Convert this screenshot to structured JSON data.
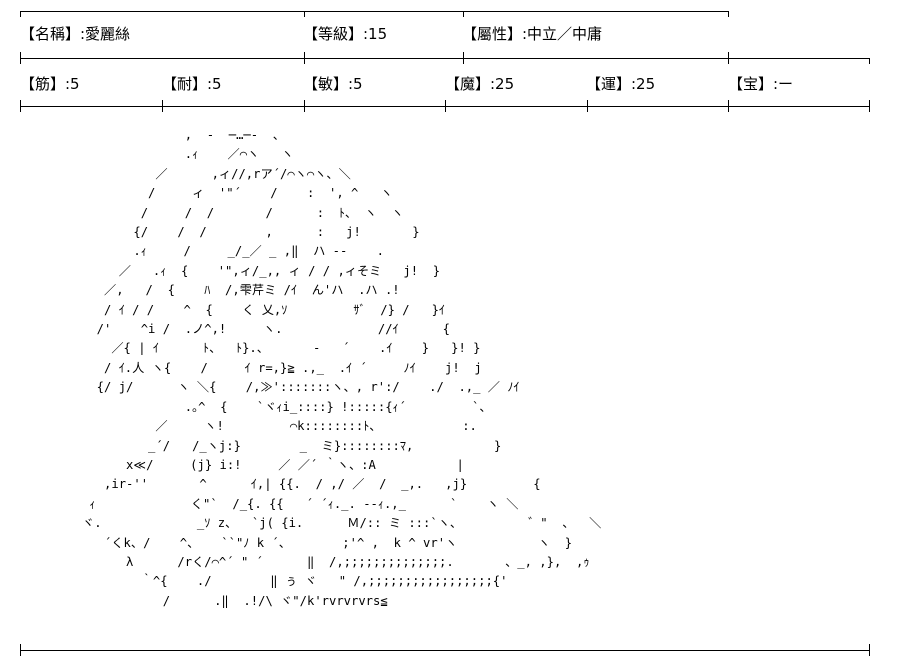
{
  "row1": {
    "name": "【名稱】:愛麗絲",
    "level": "【等級】:15",
    "alignment": "【屬性】:中立／中庸"
  },
  "row2": {
    "str": "【筋】:5",
    "end": "【耐】:5",
    "agi": "【敏】:5",
    "mag": "【魔】:25",
    "luck": "【運】:25",
    "np": "【宝】:ー"
  },
  "art": "                 ,  -  ─…─-  、\n                 .ｨ    ／⌒ヽ   ヽ\n             ／      ,ィ//,rア´/⌒ヽ⌒ヽ、＼\n            /     ィ  '\"´    /    :  ', ^   ヽ\n           /     /  /       /      :  ﾄ、 ヽ  ヽ\n          {/    /  /        ,      :   j!       }\n          .ｨ     /     _/_／ _ ,‖  ハ ‐‐    .\n        ／   .ｨ  {    '\",ィ/_,, ィ / / ,ィそミ   j!  }\n      ／,   /  {    ﾊ  /,雫芹ミ /ｲ  ん'ハ  .ハ .!\n      / ｲ / /    ^  {    く 乂,ｿ         ｻﾞ  /} /   }ｲ\n     /'    ^i /  .ノ^,!     ヽ.             //ｲ      {\n       ／{ | ｲ      ﾄ、  ﾄ}.、      ‐   ´    .ｲ    }   }! }\n      / ｲ.人 ヽ{    /     ｲ r=,}≧ .,_  .ｲ ´     ﾉｲ    j!  j\n     {/ j/      ヽ ＼{    /,≫':::::::ヽ、, r':/    ./  .,_ ／ ﾉｲ\n                 .｡^  {    `ヾｨi_::::} !:::::{ｨ´         `、\n             ／     ヽ!         ⌒k::::::::ﾄ、           :.\n            _´/   /_ヽj:}        _  ミ}::::::::ﾏ,           }\n         x≪/     (j} i:!     ／ ／´ ｀ヽ、:A           |\n      ,ir-''       ^      ｲ,| {{.  / ,/ ／  /  _,.   ,j}         {\n    ｨ             く\"`  /_{. {{   ´ ´ｨ._. ‐‐ｨ.,_      `    ヽ ＼\n   ヾ.             _ｿ z、  `j( {i.      Ｍ/:: ミ :::`ヽ、         ゛\"  、  ＼\n      ´くk、/    ^、   ``\"ﾉ k ´、       ;'^ ,  k ^ vr'ヽ           ヽ  }\n         λ      /rく/⌒^´ \" ´      ‖  /,;;;;;;;;;;;;;;.       、_, ,},  ,ｩ\n           ｀^{    ./        ‖ ぅ ヾ   \" /,;;;;;;;;;;;;;;;;;{'\n              /      .‖  .!/\\ ヾ\"/k'rvrvrvrs≦"
}
